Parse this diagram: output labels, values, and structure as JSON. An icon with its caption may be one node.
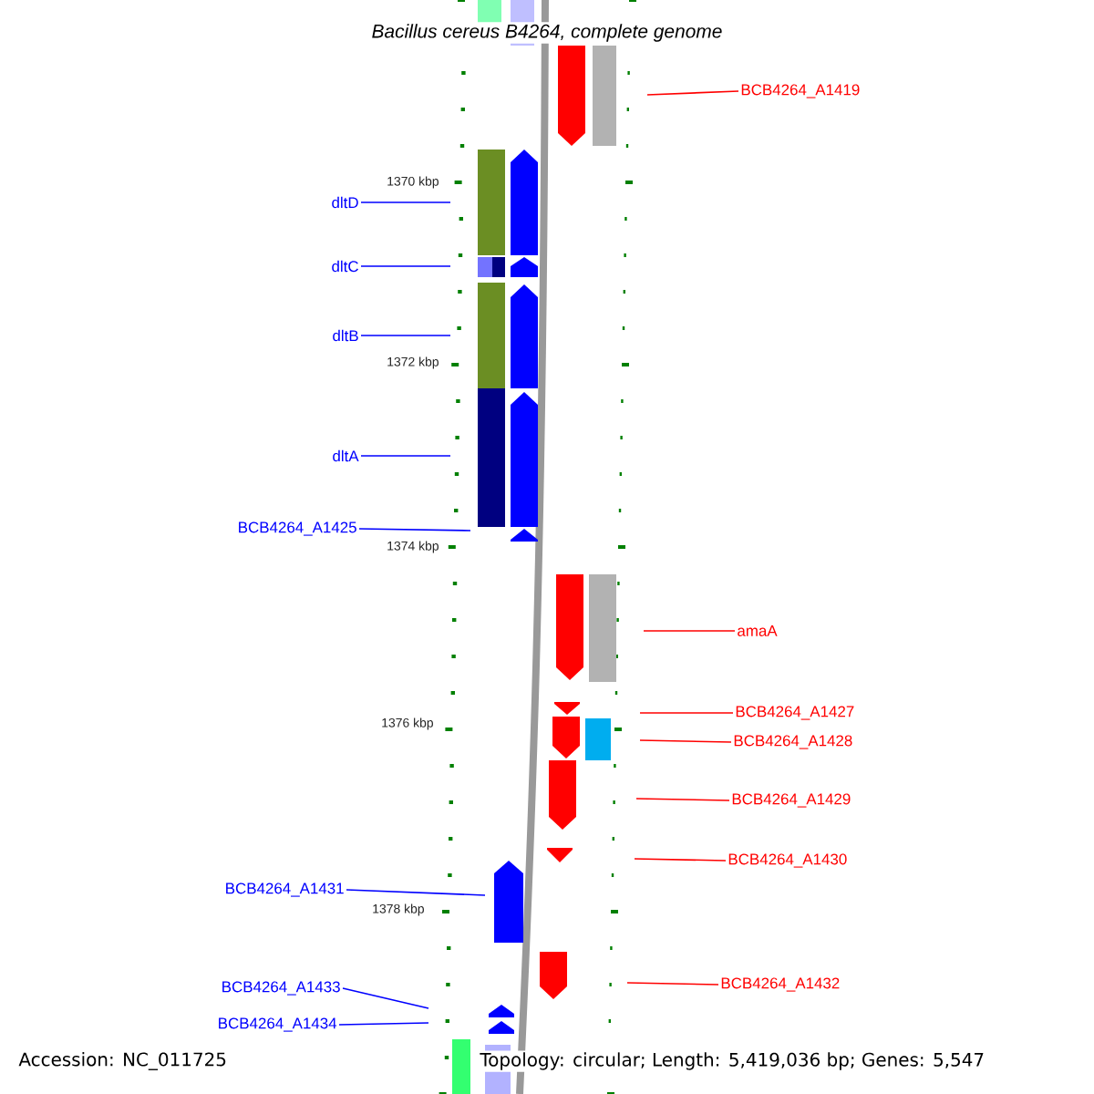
{
  "diagram": {
    "title": "Bacillus cereus B4264, complete genome",
    "nodes": [
      {
        "text": [
          "BCB4264_A1419"
        ]
      },
      {
        "text": [
          "dltD"
        ]
      },
      {
        "text": [
          "dltC"
        ]
      },
      {
        "text": [
          "dltB"
        ]
      },
      {
        "text": [
          "dltA"
        ]
      },
      {
        "text": [
          "BCB4264_A1425"
        ]
      },
      {
        "text": [
          "amaA"
        ]
      },
      {
        "text": [
          "BCB4264_A1427"
        ]
      },
      {
        "text": [
          "BCB4264_A1428"
        ]
      },
      {
        "text": [
          "BCB4264_A1429"
        ]
      },
      {
        "text": [
          "BCB4264_A1430"
        ]
      },
      {
        "text": [
          "BCB4264_A1431"
        ]
      },
      {
        "text": [
          "BCB4264_A1432"
        ]
      },
      {
        "text": [
          "BCB4264_A1433"
        ]
      },
      {
        "text": [
          "BCB4264_A1434"
        ]
      }
    ],
    "edges": [
      {
        "from": 0,
        "to": null,
        "arrow": "none",
        "color": "#ff0000"
      },
      {
        "from": 1,
        "to": null,
        "arrow": "none"
      },
      {
        "from": 2,
        "to": null,
        "arrow": "none"
      },
      {
        "from": 3,
        "to": null,
        "arrow": "none"
      },
      {
        "from": 4,
        "to": null,
        "arrow": "none"
      },
      {
        "from": 5,
        "to": null,
        "arrow": "none"
      },
      {
        "from": 6,
        "to": null,
        "arrow": "none",
        "color": "#ff0000"
      },
      {
        "from": 7,
        "to": null,
        "arrow": "none",
        "color": "#ff0000"
      },
      {
        "from": 8,
        "to": null,
        "arrow": "none",
        "color": "#ff0000"
      },
      {
        "from": 9,
        "to": null,
        "arrow": "none",
        "color": "#ff0000"
      },
      {
        "from": 10,
        "to": null,
        "arrow": "none",
        "color": "#ff0000"
      },
      {
        "from": 11,
        "to": null,
        "arrow": "none"
      },
      {
        "from": 12,
        "to": null,
        "arrow": "none",
        "color": "#ff0000"
      },
      {
        "from": 13,
        "to": null,
        "arrow": "none"
      },
      {
        "from": 14,
        "to": null,
        "arrow": "none"
      }
    ],
    "labels": [
      "1370 kbp",
      "1372 kbp",
      "1374 kbp",
      "1376 kbp",
      "1378 kbp",
      "Accession: NC_011725",
      "Topology: circular; Length: 5,419,036 bp; Genes: 5,547"
    ]
  }
}
